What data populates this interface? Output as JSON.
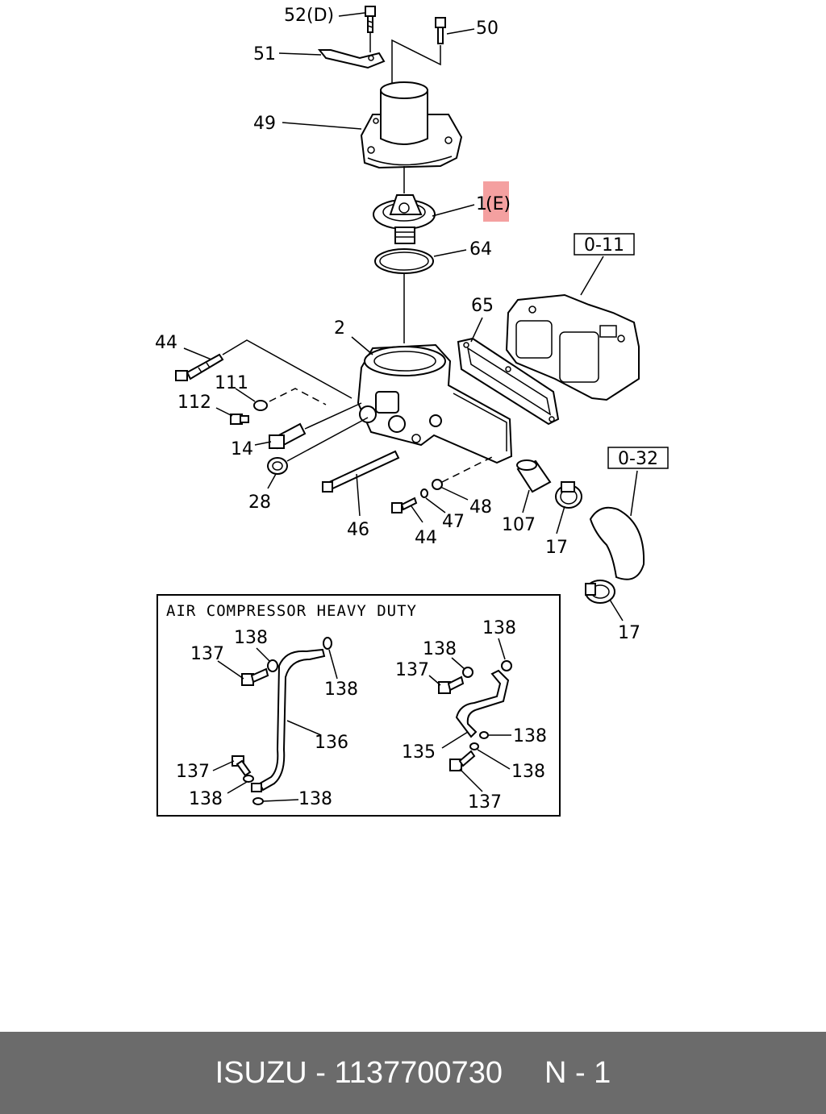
{
  "diagram": {
    "highlight_color": "#f4a0a0",
    "labels": {
      "p52": "52(D)",
      "p50": "50",
      "p51": "51",
      "p49": "49",
      "p1": "1",
      "p1_suffix": "(E)",
      "p64": "64",
      "ref_o11": "0-11",
      "p65": "65",
      "p2": "2",
      "p44a": "44",
      "p111": "111",
      "p112": "112",
      "p14": "14",
      "p28": "28",
      "p46": "46",
      "p44b": "44",
      "p47": "47",
      "p48": "48",
      "p107": "107",
      "p17a": "17",
      "ref_o32": "0-32",
      "p17b": "17"
    },
    "inset": {
      "title": "AIR COMPRESSOR HEAVY DUTY",
      "labels": {
        "l137a": "137",
        "l138a": "138",
        "l138b": "138",
        "l136": "136",
        "l137b": "137",
        "l138c": "138",
        "l138d": "138",
        "r138a": "138",
        "r138b": "138",
        "r137a": "137",
        "r138c": "138",
        "r135": "135",
        "r138d": "138",
        "r137b": "137"
      }
    }
  },
  "footer": {
    "brand": "ISUZU",
    "separator": " - ",
    "part_number": "1137700730",
    "position": "N - 1"
  }
}
